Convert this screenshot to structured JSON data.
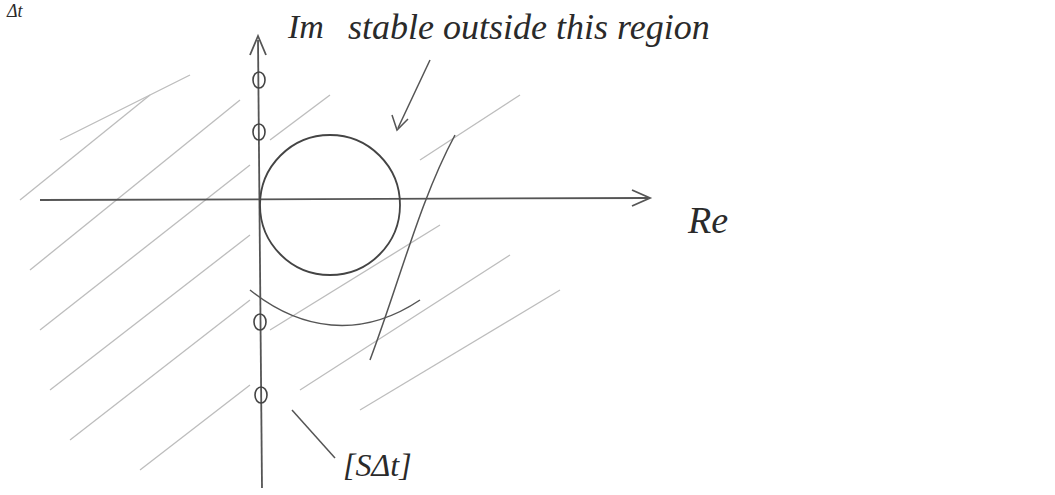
{
  "diagram": {
    "labels": [
      "Δt",
      "Im",
      "stable outside this region",
      "Re",
      "[SΔt]"
    ]
  }
}
